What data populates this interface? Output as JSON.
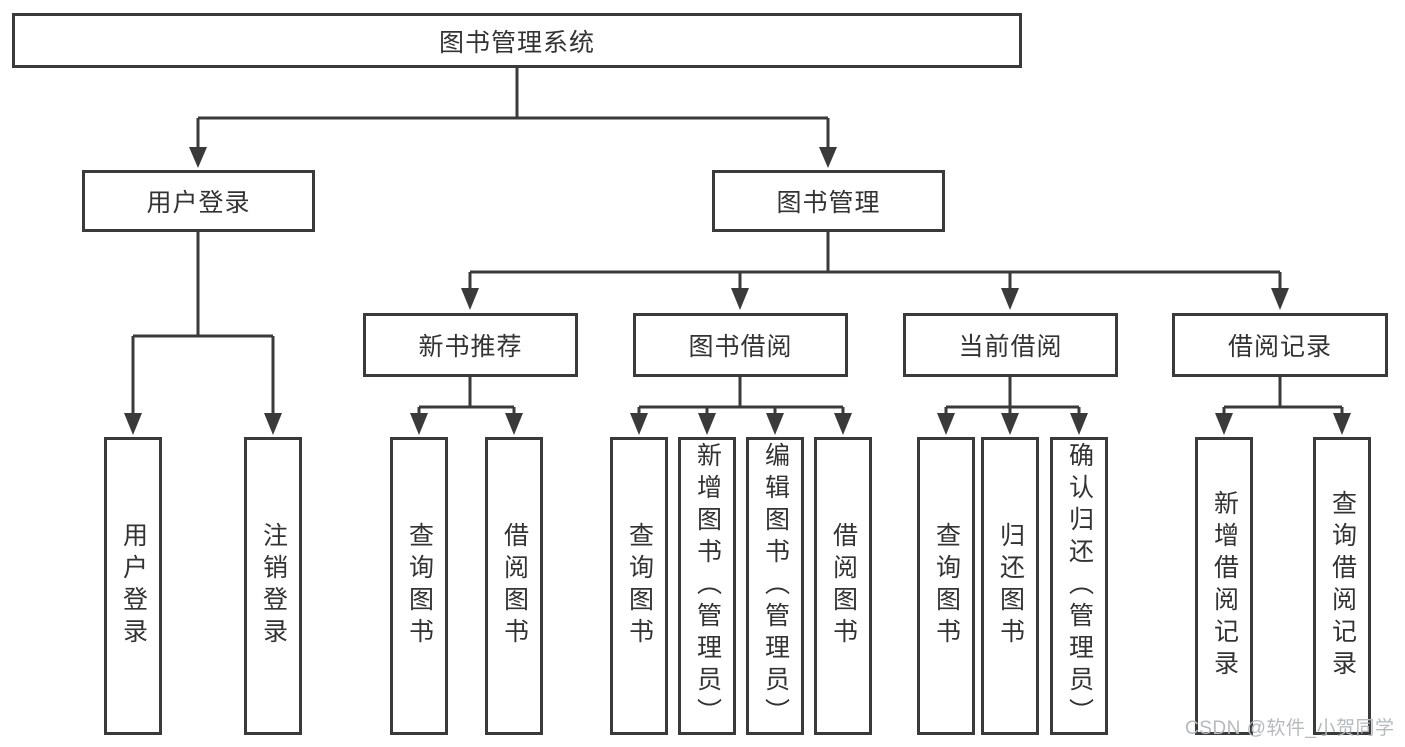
{
  "diagram_type": "hierarchy-tree",
  "tree": {
    "root": "图书管理系统",
    "level2": [
      {
        "label": "用户登录",
        "children": [
          {
            "label": "用户登录"
          },
          {
            "label": "注销登录"
          }
        ]
      },
      {
        "label": "图书管理",
        "children": [
          {
            "label": "新书推荐",
            "children": [
              {
                "label": "查询图书"
              },
              {
                "label": "借阅图书"
              }
            ]
          },
          {
            "label": "图书借阅",
            "children": [
              {
                "label": "查询图书"
              },
              {
                "label": "新增图书（管理员）"
              },
              {
                "label": "编辑图书（管理员）"
              },
              {
                "label": "借阅图书"
              }
            ]
          },
          {
            "label": "当前借阅",
            "children": [
              {
                "label": "查询图书"
              },
              {
                "label": "归还图书"
              },
              {
                "label": "确认归还（管理员）"
              }
            ]
          },
          {
            "label": "借阅记录",
            "children": [
              {
                "label": "新增借阅记录"
              },
              {
                "label": "查询借阅记录"
              }
            ]
          }
        ]
      }
    ]
  },
  "watermark": "CSDN @软件_小贺同学",
  "colors": {
    "line": "#3a3a3a",
    "box_border": "#3a3a3a",
    "box_fill": "#ffffff",
    "text": "#333333",
    "watermark_text": "#b6babe",
    "background": "#ffffff"
  }
}
